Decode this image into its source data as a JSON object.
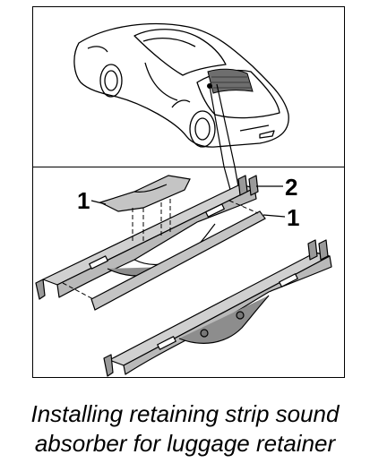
{
  "callouts": {
    "label_1_left": "1",
    "label_2": "2",
    "label_1_right": "1"
  },
  "caption": {
    "line1": "Installing retaining strip sound",
    "line2": "absorber for luggage retainer"
  },
  "colors": {
    "part_fill": "#b9b9b9",
    "part_dark": "#8d8d8d",
    "outline": "#000000"
  }
}
